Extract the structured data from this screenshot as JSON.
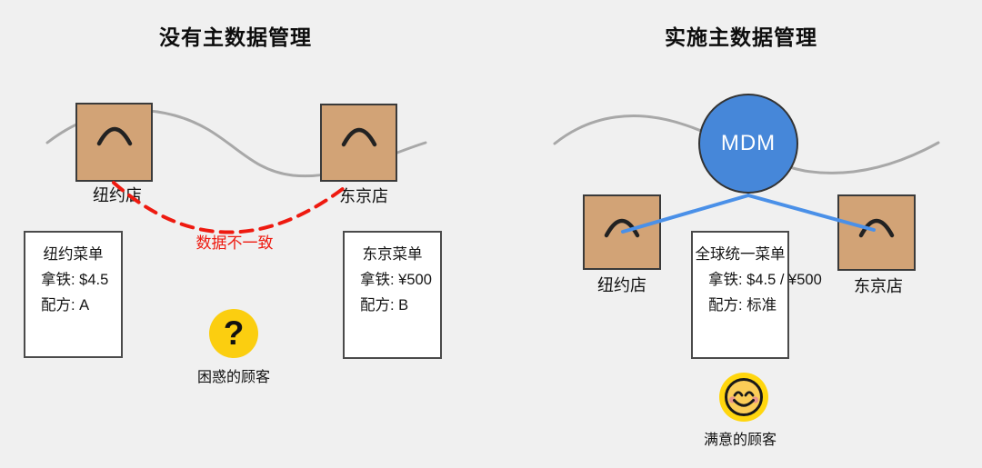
{
  "colors": {
    "canvas-bg": "#f0f0f0",
    "store-tan": "#d2a376",
    "mdm-blue": "#4687d9",
    "link-blue": "#4a90e8",
    "alert-red": "#ee1a10",
    "happy-yellow": "#fbce10"
  },
  "left_panel": {
    "title": "没有主数据管理",
    "store_ny": {
      "label": "纽约店"
    },
    "store_tokyo": {
      "label": "东京店"
    },
    "inconsistency_label": "数据不一致",
    "menu_ny": {
      "title": "纽约菜单",
      "rows": [
        "拿铁: $4.5",
        "配方: A"
      ]
    },
    "menu_tokyo": {
      "title": "东京菜单",
      "rows": [
        "拿铁: ¥500",
        "配方: B"
      ]
    },
    "customer": {
      "symbol": "?",
      "label": "困惑的顾客"
    }
  },
  "right_panel": {
    "title": "实施主数据管理",
    "mdm": {
      "label": "MDM"
    },
    "store_ny": {
      "label": "纽约店"
    },
    "store_tokyo": {
      "label": "东京店"
    },
    "menu_unified": {
      "title": "全球统一菜单",
      "rows": [
        "拿铁: $4.5 / ¥500",
        "配方: 标准"
      ]
    },
    "customer": {
      "label": "满意的顾客"
    }
  }
}
